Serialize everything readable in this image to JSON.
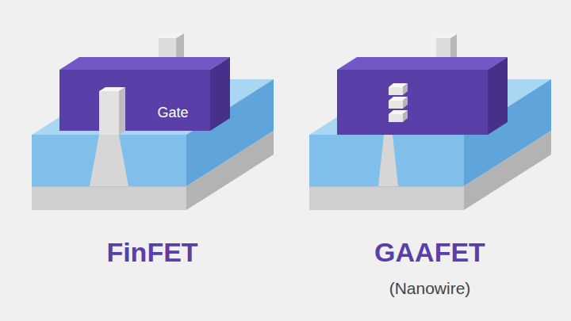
{
  "diagram": {
    "labels": [
      "Gate",
      "FinFET",
      "GAAFET",
      "(Nanowire)"
    ]
  }
}
